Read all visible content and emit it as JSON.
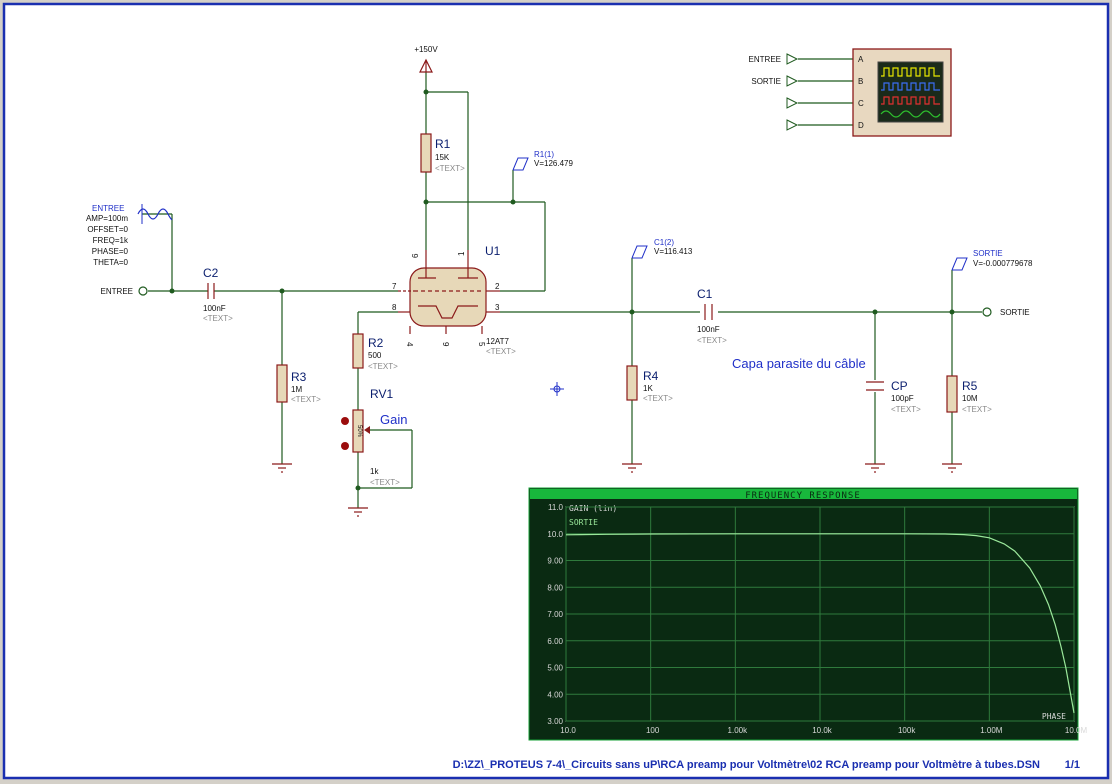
{
  "title_bar": {
    "path": "D:\\ZZ\\_PROTEUS 7-4\\_Circuits sans uP\\RCA preamp pour Voltmètre\\02 RCA preamp pour Voltmètre à tubes.DSN",
    "page": "1/1"
  },
  "supply": {
    "label": "+150V"
  },
  "components": {
    "R1": {
      "ref": "R1",
      "value": "15K",
      "text": "<TEXT>"
    },
    "R2": {
      "ref": "R2",
      "value": "500",
      "text": "<TEXT>"
    },
    "R3": {
      "ref": "R3",
      "value": "1M",
      "text": "<TEXT>"
    },
    "R4": {
      "ref": "R4",
      "value": "1K",
      "text": "<TEXT>"
    },
    "R5": {
      "ref": "R5",
      "value": "10M",
      "text": "<TEXT>"
    },
    "C1": {
      "ref": "C1",
      "value": "100nF",
      "text": "<TEXT>"
    },
    "C2": {
      "ref": "C2",
      "value": "100nF",
      "text": "<TEXT>"
    },
    "CP": {
      "ref": "CP",
      "value": "100pF",
      "text": "<TEXT>"
    },
    "RV1": {
      "ref": "RV1",
      "value": "1k",
      "text": "<TEXT>",
      "pct": "50%"
    },
    "U1": {
      "ref": "U1",
      "value": "12AT7",
      "text": "<TEXT>",
      "pins": [
        "6",
        "1",
        "7",
        "2",
        "8",
        "3",
        "4",
        "9",
        "5"
      ]
    }
  },
  "labels": {
    "gain": "Gain",
    "capa": "Capa parasite du câble",
    "entree": "ENTREE",
    "sortie": "SORTIE"
  },
  "generator": {
    "name": "ENTREE",
    "lines": [
      "AMP=100m",
      "OFFSET=0",
      "FREQ=1k",
      "PHASE=0",
      "THETA=0"
    ]
  },
  "probes": [
    {
      "name": "R1(1)",
      "value": "V=126.479"
    },
    {
      "name": "C1(2)",
      "value": "V=116.413"
    },
    {
      "name": "SORTIE",
      "value": "V=-0.000779678"
    }
  ],
  "scope": {
    "inputs": [
      "ENTREE",
      "SORTIE",
      "",
      ""
    ],
    "channels": [
      "A",
      "B",
      "C",
      "D"
    ],
    "colors": [
      "#e6e600",
      "#3b6ef2",
      "#e03030",
      "#2ec02e"
    ]
  },
  "chart_data": {
    "type": "line",
    "title": "FREQUENCY RESPONSE",
    "ylabel": "GAIN (lin)",
    "xlabel": "",
    "corner_label": "PHASE",
    "x_scale": "log",
    "xlim": [
      10,
      10000000
    ],
    "ylim": [
      3,
      11
    ],
    "x_ticks": [
      "10.0",
      "100",
      "1.00k",
      "10.0k",
      "100k",
      "1.00M",
      "10.0M"
    ],
    "y_ticks": [
      "3.00",
      "4.00",
      "5.00",
      "6.00",
      "7.00",
      "8.00",
      "9.00",
      "10.0",
      "11.0"
    ],
    "grid": true,
    "series": [
      {
        "name": "SORTIE",
        "color": "#9be89b",
        "x": [
          10,
          15,
          30,
          100,
          1000,
          10000,
          100000,
          300000,
          500000,
          700000,
          1000000,
          1500000,
          2000000,
          3000000,
          4000000,
          5000000,
          6000000,
          7000000,
          8000000,
          10000000
        ],
        "y": [
          9.96,
          9.97,
          9.98,
          9.99,
          10.0,
          10.0,
          10.0,
          9.99,
          9.97,
          9.93,
          9.85,
          9.62,
          9.35,
          8.72,
          8.05,
          7.35,
          6.6,
          5.8,
          5.0,
          3.3
        ]
      }
    ]
  }
}
